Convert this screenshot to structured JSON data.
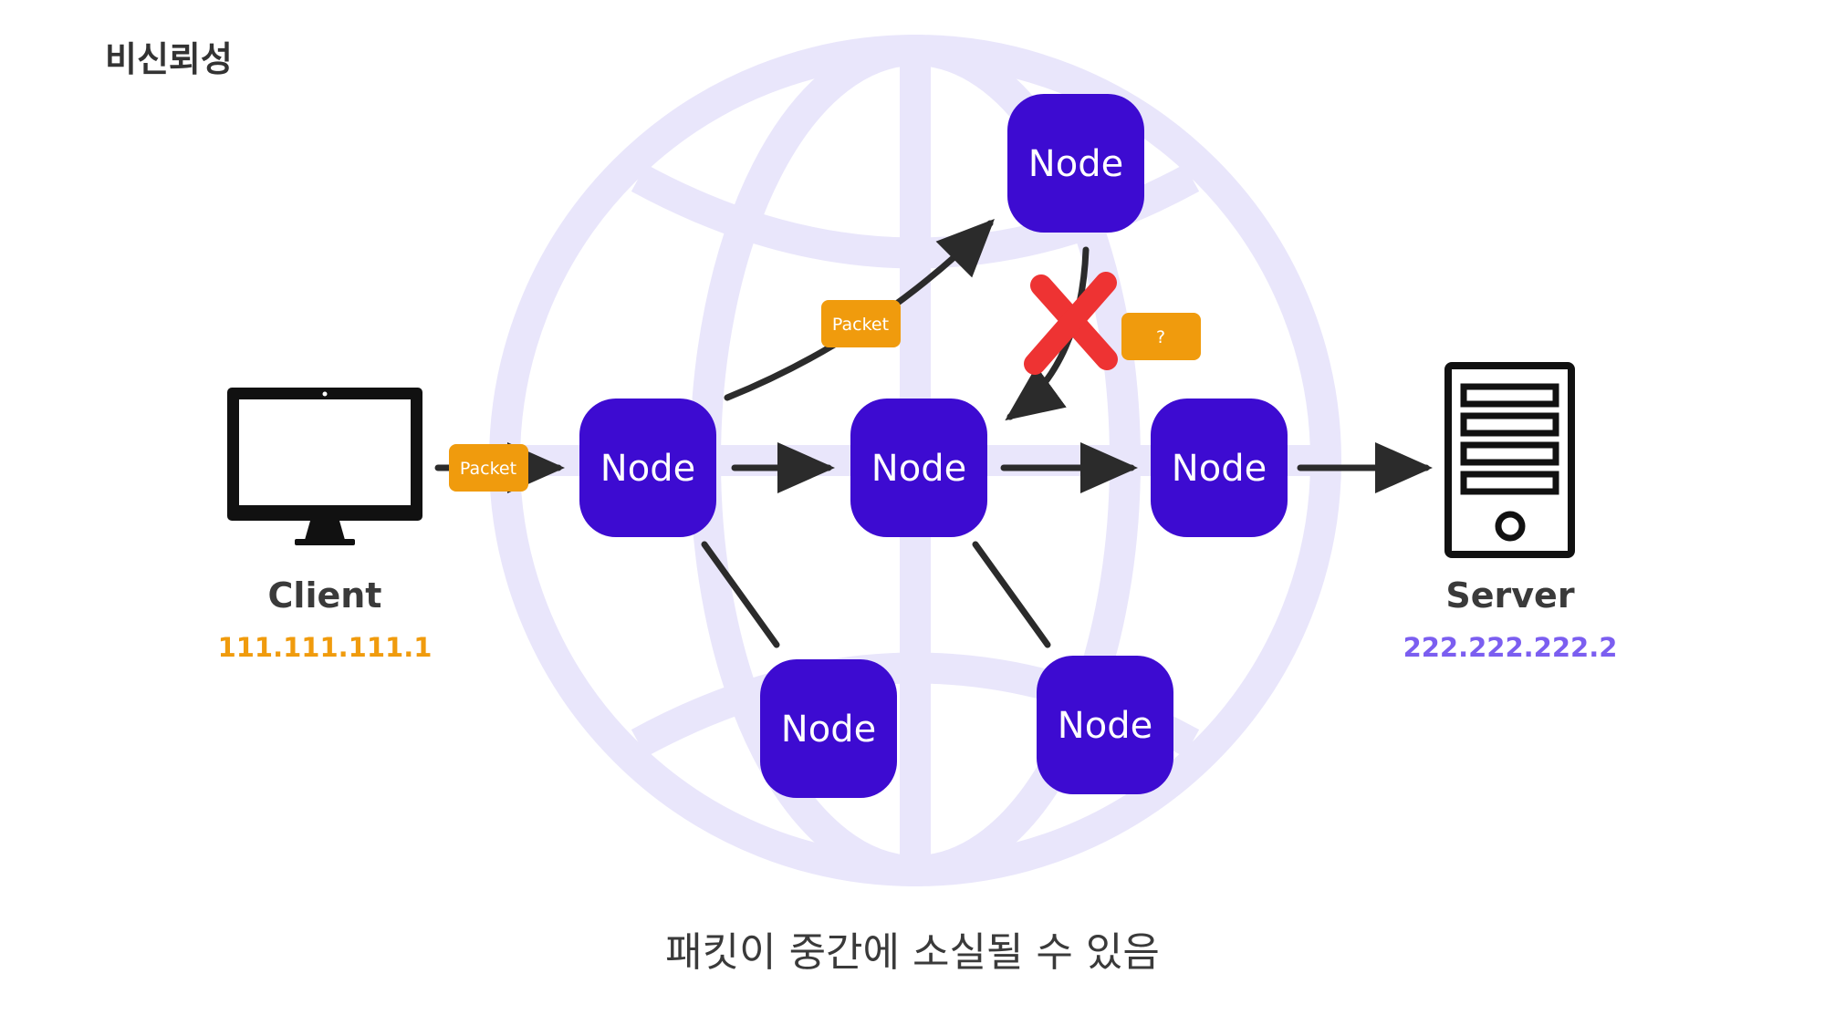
{
  "title": "비신뢰성",
  "caption": "패킷이 중간에 소실될 수 있음",
  "colors": {
    "node": "#3d0bd1",
    "packet": "#f09b0d",
    "arrow": "#2b2b2b",
    "globe": "#e9e6fb",
    "error": "#ee3333",
    "client_ip": "#f09b0d",
    "server_ip": "#7b5ef0"
  },
  "client": {
    "name": "Client",
    "ip": "111.111.111.1",
    "icon": "monitor-icon"
  },
  "server": {
    "name": "Server",
    "ip": "222.222.222.2",
    "icon": "server-tower-icon"
  },
  "nodes": [
    "Node",
    "Node",
    "Node",
    "Node",
    "Node",
    "Node"
  ],
  "packets": {
    "client_packet": "Packet",
    "upper_packet": "Packet",
    "lost_packet": "?"
  },
  "background_icon": "globe-icon",
  "lost_marker_icon": "red-x-icon"
}
